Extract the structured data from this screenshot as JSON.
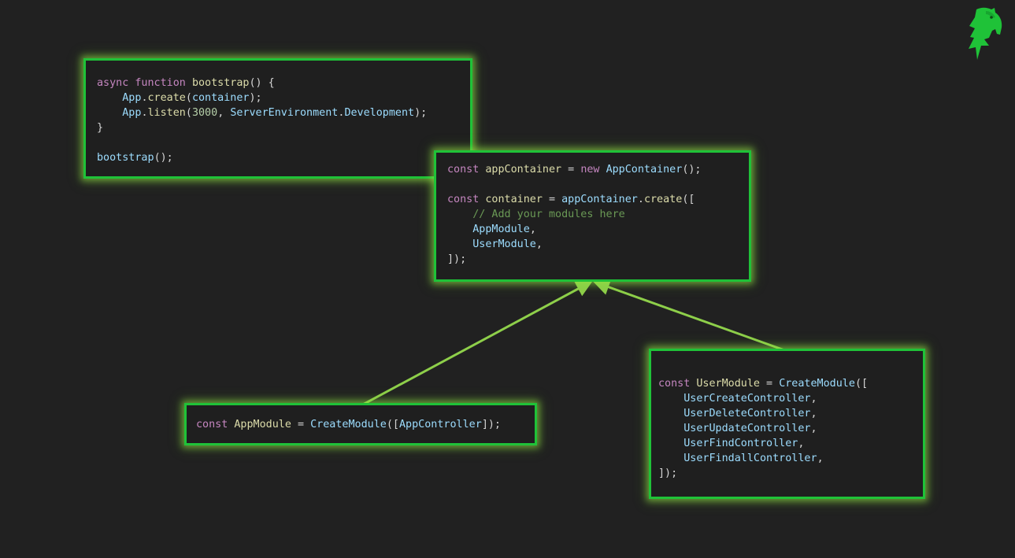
{
  "colors": {
    "background": "#212121",
    "box_border": "#1fc238",
    "box_glow": "#96e646",
    "arrow": "#8ecf4a",
    "keyword": "#c586c0",
    "identifier": "#9cdcfe",
    "function": "#dcdcaa",
    "number": "#b5cea8",
    "comment": "#6a9955",
    "plain": "#d4d4d4"
  },
  "logo": {
    "icon": "green-horse-logo-icon"
  },
  "boxes": [
    {
      "id": "box-bootstrap",
      "name": "bootstrap-code-box",
      "lines": [
        [
          [
            "async ",
            "keyword"
          ],
          [
            "function ",
            "keyword"
          ],
          [
            "bootstrap",
            "function"
          ],
          [
            "() {",
            "plain"
          ]
        ],
        [
          [
            "    ",
            "plain"
          ],
          [
            "App",
            "identifier"
          ],
          [
            ".",
            "plain"
          ],
          [
            "create",
            "function"
          ],
          [
            "(",
            "plain"
          ],
          [
            "container",
            "identifier"
          ],
          [
            ");",
            "plain"
          ]
        ],
        [
          [
            "    ",
            "plain"
          ],
          [
            "App",
            "identifier"
          ],
          [
            ".",
            "plain"
          ],
          [
            "listen",
            "function"
          ],
          [
            "(",
            "plain"
          ],
          [
            "3000",
            "number"
          ],
          [
            ", ",
            "plain"
          ],
          [
            "ServerEnvironment",
            "identifier"
          ],
          [
            ".",
            "plain"
          ],
          [
            "Development",
            "identifier"
          ],
          [
            ");",
            "plain"
          ]
        ],
        [
          [
            "}",
            "plain"
          ]
        ],
        [],
        [
          [
            "bootstrap",
            "identifier"
          ],
          [
            "();",
            "plain"
          ]
        ]
      ]
    },
    {
      "id": "box-container",
      "name": "app-container-code-box",
      "lines": [
        [
          [
            "const ",
            "keyword"
          ],
          [
            "appContainer",
            "function"
          ],
          [
            " = ",
            "plain"
          ],
          [
            "new ",
            "keyword"
          ],
          [
            "AppContainer",
            "identifier"
          ],
          [
            "();",
            "plain"
          ]
        ],
        [],
        [
          [
            "const ",
            "keyword"
          ],
          [
            "container",
            "function"
          ],
          [
            " = ",
            "plain"
          ],
          [
            "appContainer",
            "identifier"
          ],
          [
            ".",
            "plain"
          ],
          [
            "create",
            "function"
          ],
          [
            "([",
            "plain"
          ]
        ],
        [
          [
            "    ",
            "plain"
          ],
          [
            "// Add your modules here",
            "comment"
          ]
        ],
        [
          [
            "    ",
            "plain"
          ],
          [
            "AppModule",
            "identifier"
          ],
          [
            ",",
            "plain"
          ]
        ],
        [
          [
            "    ",
            "plain"
          ],
          [
            "UserModule",
            "identifier"
          ],
          [
            ",",
            "plain"
          ]
        ],
        [
          [
            "]);",
            "plain"
          ]
        ]
      ]
    },
    {
      "id": "box-appmodule",
      "name": "app-module-code-box",
      "lines": [
        [
          [
            "const ",
            "keyword"
          ],
          [
            "AppModule",
            "function"
          ],
          [
            " = ",
            "plain"
          ],
          [
            "CreateModule",
            "identifier"
          ],
          [
            "([",
            "plain"
          ],
          [
            "AppController",
            "identifier"
          ],
          [
            "]);",
            "plain"
          ]
        ]
      ]
    },
    {
      "id": "box-usermodule",
      "name": "user-module-code-box",
      "lines": [
        [
          [
            "const ",
            "keyword"
          ],
          [
            "UserModule",
            "function"
          ],
          [
            " = ",
            "plain"
          ],
          [
            "CreateModule",
            "identifier"
          ],
          [
            "([",
            "plain"
          ]
        ],
        [
          [
            "    ",
            "plain"
          ],
          [
            "UserCreateController",
            "identifier"
          ],
          [
            ",",
            "plain"
          ]
        ],
        [
          [
            "    ",
            "plain"
          ],
          [
            "UserDeleteController",
            "identifier"
          ],
          [
            ",",
            "plain"
          ]
        ],
        [
          [
            "    ",
            "plain"
          ],
          [
            "UserUpdateController",
            "identifier"
          ],
          [
            ",",
            "plain"
          ]
        ],
        [
          [
            "    ",
            "plain"
          ],
          [
            "UserFindController",
            "identifier"
          ],
          [
            ",",
            "plain"
          ]
        ],
        [
          [
            "    ",
            "plain"
          ],
          [
            "UserFindallController",
            "identifier"
          ],
          [
            ",",
            "plain"
          ]
        ],
        [
          [
            "]);",
            "plain"
          ]
        ]
      ]
    }
  ],
  "edges": [
    {
      "from": "box-appmodule",
      "to": "box-container"
    },
    {
      "from": "box-usermodule",
      "to": "box-container"
    }
  ]
}
